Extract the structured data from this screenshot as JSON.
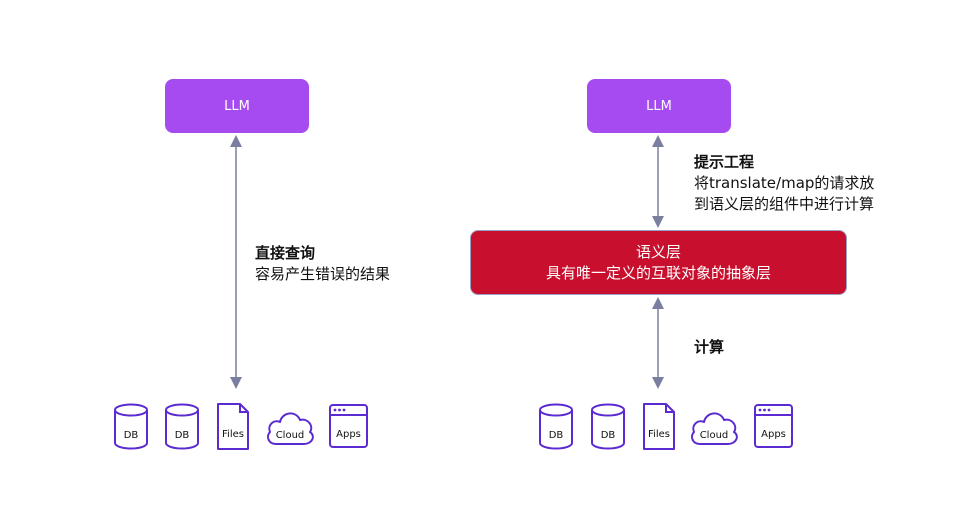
{
  "colors": {
    "llm_box": "#a54bf0",
    "semantic_layer": "#c8102e",
    "arrow": "#7a7fa0",
    "icon_stroke": "#5b2bd1"
  },
  "left": {
    "llm_label": "LLM",
    "note_title": "直接查询",
    "note_body": "容易产生错误的结果",
    "sources": [
      {
        "icon": "database-icon",
        "label": "DB"
      },
      {
        "icon": "database-icon",
        "label": "DB"
      },
      {
        "icon": "file-icon",
        "label": "Files"
      },
      {
        "icon": "cloud-icon",
        "label": "Cloud"
      },
      {
        "icon": "app-window-icon",
        "label": "Apps"
      }
    ]
  },
  "right": {
    "llm_label": "LLM",
    "note_title": "提示工程",
    "note_line1": "将translate/map的请求放",
    "note_line2": "到语义层的组件中进行计算",
    "semantic_title": "语义层",
    "semantic_subtitle": "具有唯一定义的互联对象的抽象层",
    "compute_label": "计算",
    "sources": [
      {
        "icon": "database-icon",
        "label": "DB"
      },
      {
        "icon": "database-icon",
        "label": "DB"
      },
      {
        "icon": "file-icon",
        "label": "Files"
      },
      {
        "icon": "cloud-icon",
        "label": "Cloud"
      },
      {
        "icon": "app-window-icon",
        "label": "Apps"
      }
    ]
  }
}
